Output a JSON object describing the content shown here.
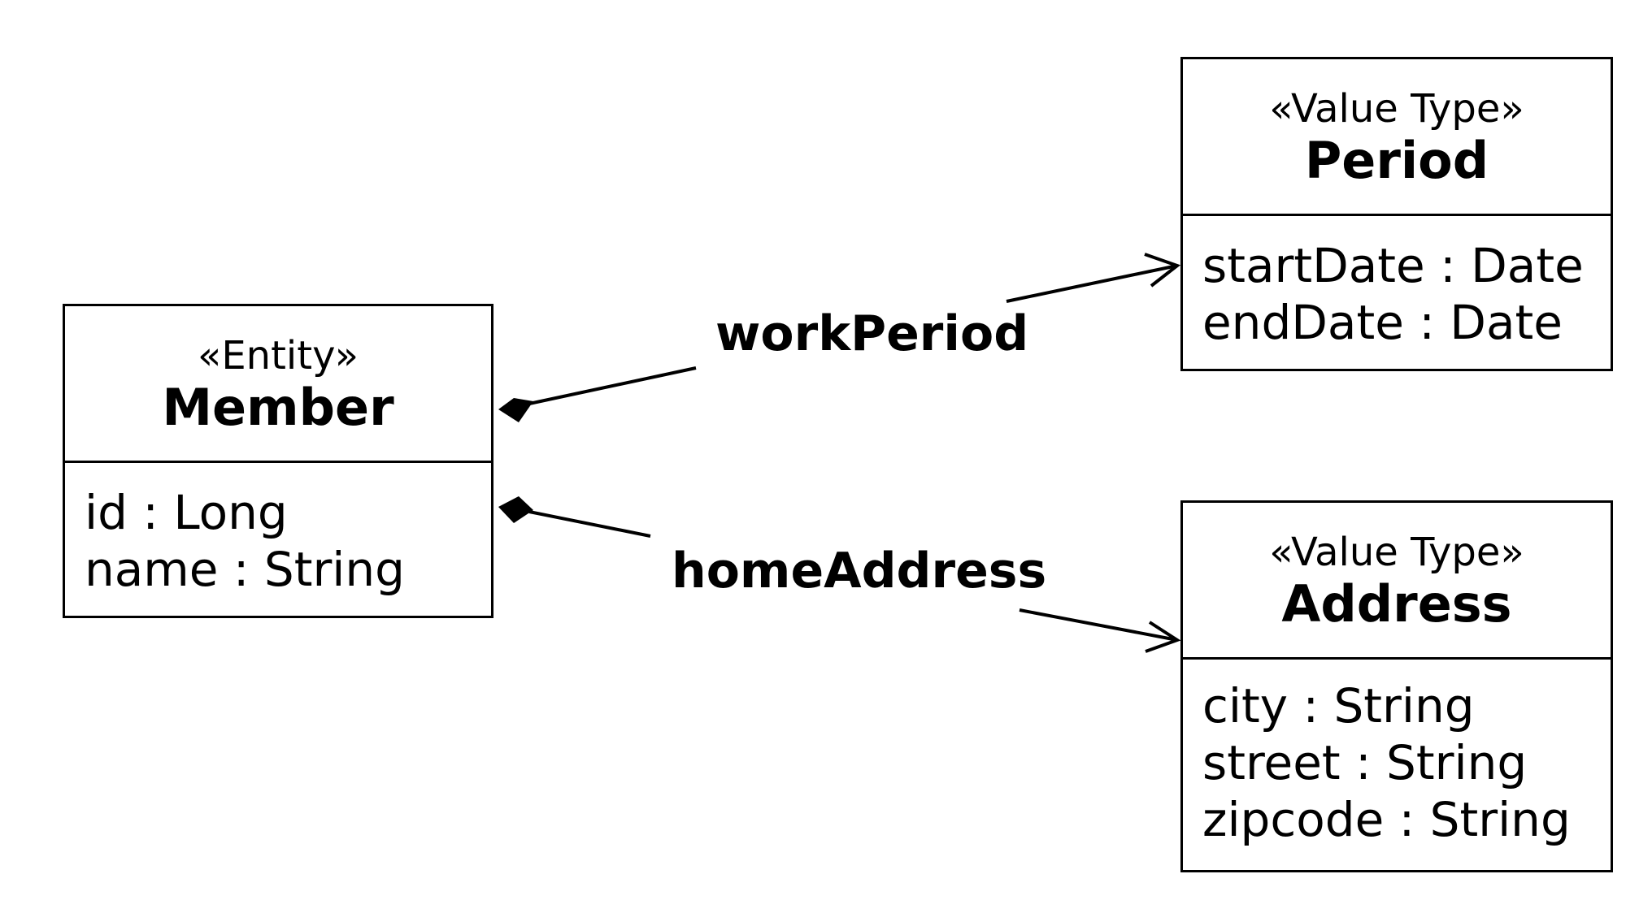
{
  "classes": {
    "member": {
      "stereotype": "«Entity»",
      "name": "Member",
      "attributes": [
        "id : Long",
        "name : String"
      ]
    },
    "period": {
      "stereotype": "«Value Type»",
      "name": "Period",
      "attributes": [
        "startDate : Date",
        "endDate : Date"
      ]
    },
    "address": {
      "stereotype": "«Value Type»",
      "name": "Address",
      "attributes": [
        "city : String",
        "street : String",
        "zipcode : String"
      ]
    }
  },
  "associations": {
    "work_period": "workPeriod",
    "home_address": "homeAddress"
  }
}
